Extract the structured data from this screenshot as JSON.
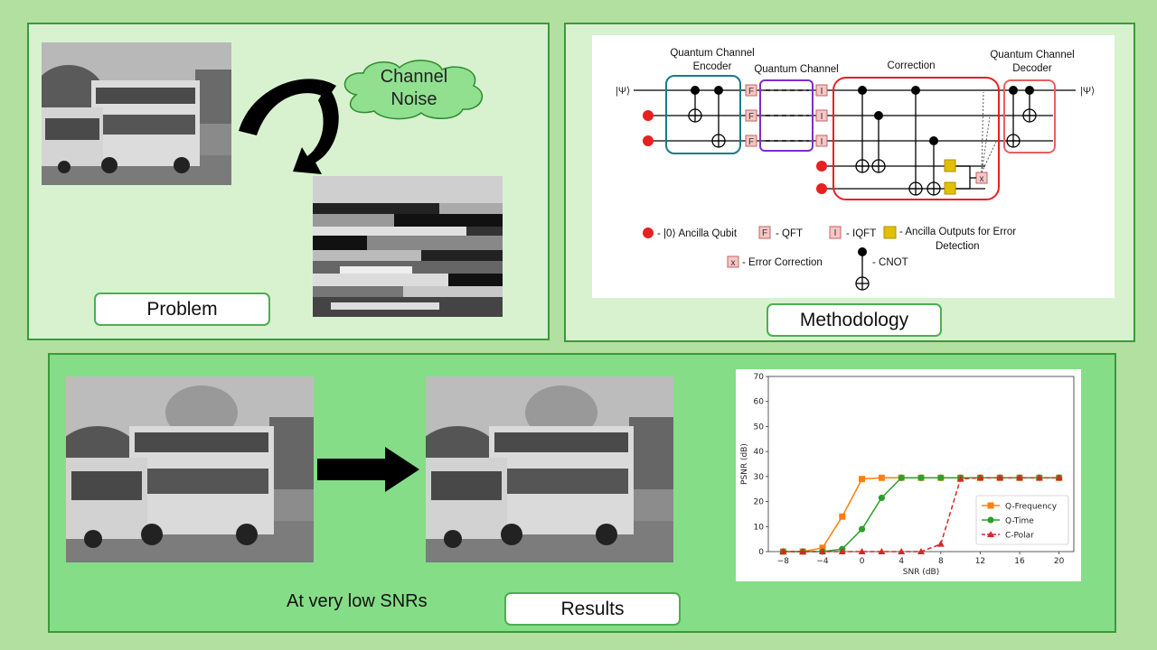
{
  "problem": {
    "label": "Problem",
    "noise_line1": "Channel",
    "noise_line2": "Noise"
  },
  "methodology": {
    "label": "Methodology",
    "input_state": "|Ψ⟩",
    "output_state": "|Ψ⟩",
    "encoder_title_line1": "Quantum Channel",
    "encoder_title_line2": "Encoder",
    "channel_title": "Quantum Channel",
    "correction_title": "Correction",
    "decoder_title_line1": "Quantum Channel",
    "decoder_title_line2": "Decoder",
    "gate_f": "F",
    "gate_i": "I",
    "gate_x": "x",
    "legend_ancilla": "- |0⟩ Ancilla  Qubit",
    "legend_qft": "- QFT",
    "legend_iqft": "- IQFT",
    "legend_outputs_line1": "- Ancilla Outputs for Error",
    "legend_outputs_line2": "Detection",
    "legend_correction": "- Error Correction",
    "legend_cnot": "- CNOT",
    "colors": {
      "encoder": "#1a7a8a",
      "channel": "#7b2fc9",
      "correction": "#e82020",
      "decoder": "#e86060",
      "ancilla": "#e82020",
      "detector": "#e0c000",
      "gate_fill": "#f6c6c6"
    }
  },
  "results": {
    "label": "Results",
    "caption": "At very low SNRs"
  },
  "chart_data": {
    "type": "line",
    "xlabel": "SNR (dB)",
    "ylabel": "PSNR (dB)",
    "xlim": [
      -9.5,
      21.5
    ],
    "ylim": [
      0,
      70
    ],
    "xticks": [
      -8,
      -4,
      0,
      4,
      8,
      12,
      16,
      20
    ],
    "yticks": [
      0,
      10,
      20,
      30,
      40,
      50,
      60,
      70
    ],
    "legend_position": "lower-right",
    "series": [
      {
        "name": "Q-Frequency",
        "color": "#ff7f0e",
        "marker": "square",
        "dash": "solid",
        "x": [
          -8,
          -6,
          -4,
          -2,
          0,
          2,
          4,
          6,
          8,
          10,
          12,
          14,
          16,
          18,
          20
        ],
        "y": [
          0,
          0,
          1.5,
          14,
          29,
          29.5,
          29.5,
          29.5,
          29.5,
          29.5,
          29.5,
          29.5,
          29.5,
          29.5,
          29.5
        ]
      },
      {
        "name": "Q-Time",
        "color": "#2ca02c",
        "marker": "circle",
        "dash": "solid",
        "x": [
          -8,
          -6,
          -4,
          -2,
          0,
          2,
          4,
          6,
          8,
          10,
          12,
          14,
          16,
          18,
          20
        ],
        "y": [
          0,
          0,
          0,
          1,
          9,
          21.5,
          29.5,
          29.5,
          29.5,
          29.5,
          29.5,
          29.5,
          29.5,
          29.5,
          29.5
        ]
      },
      {
        "name": "C-Polar",
        "color": "#d62728",
        "marker": "triangle",
        "dash": "dashed",
        "x": [
          -8,
          -6,
          -4,
          -2,
          0,
          2,
          4,
          6,
          8,
          10,
          12,
          14,
          16,
          18,
          20
        ],
        "y": [
          0,
          0,
          0,
          0,
          0,
          0,
          0,
          0,
          3,
          29,
          29.5,
          29.5,
          29.5,
          29.5,
          29.5
        ]
      }
    ]
  }
}
